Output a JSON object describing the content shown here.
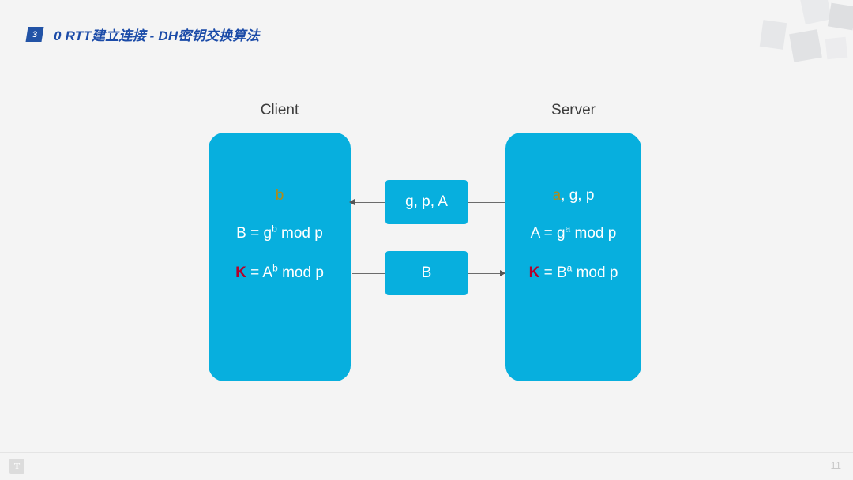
{
  "slide": {
    "badge_number": "3",
    "title": "0 RTT建立连接 - DH密钥交换算法",
    "page_number": "11",
    "logo_glyph": "T"
  },
  "colors": {
    "background": "#f4f4f4",
    "accent_cyan": "#07afde",
    "title_blue": "#1b4ba8",
    "badge_blue": "#2253a6",
    "secret_gold": "#b08a18",
    "key_red": "#b5002a",
    "text_white": "#ffffff",
    "header_gray": "#3c3c3c",
    "connector_gray": "#6b6b6b"
  },
  "diagram": {
    "type": "sequence",
    "parties": [
      {
        "id": "client",
        "header": "Client",
        "lines": [
          {
            "id": "secret",
            "secret": "b",
            "rest": ""
          },
          {
            "id": "public",
            "base": "B = g",
            "exp": "b",
            "tail": " mod p"
          },
          {
            "id": "shared",
            "key": "K",
            "base": " = A",
            "exp": "b",
            "tail": " mod p"
          }
        ]
      },
      {
        "id": "server",
        "header": "Server",
        "lines": [
          {
            "id": "secret",
            "secret": "a",
            "rest": ", g, p"
          },
          {
            "id": "public",
            "base": "A = g",
            "exp": "a",
            "tail": " mod p"
          },
          {
            "id": "shared",
            "key": "K",
            "base": " = B",
            "exp": "a",
            "tail": " mod p"
          }
        ]
      }
    ],
    "messages": [
      {
        "id": "msg-down",
        "label": "g, p, A",
        "direction": "server-to-client"
      },
      {
        "id": "msg-up",
        "label": "B",
        "direction": "client-to-server"
      }
    ]
  }
}
